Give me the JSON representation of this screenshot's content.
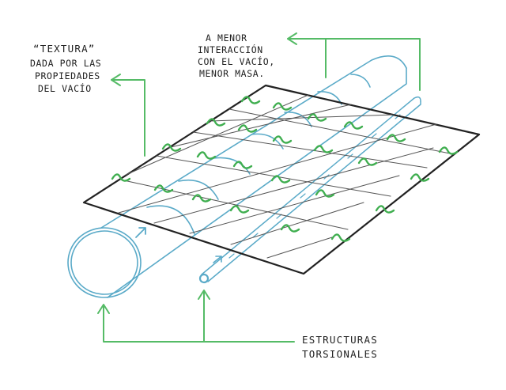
{
  "labels": {
    "textura": [
      "“TEXTURA”",
      "DADA POR LAS",
      "PROPIEDADES",
      "DEL VACÍO"
    ],
    "menor": [
      "A MENOR",
      "INTERACCIÓN",
      "CON EL VACÍO,",
      "MENOR MASA."
    ],
    "estructuras": [
      "ESTRUCTURAS",
      "TORSIONALES"
    ]
  },
  "colors": {
    "ink": "#222222",
    "arrow_green": "#55bb66",
    "tube_blue": "#5aaac8",
    "grid_line": "#555555",
    "hook_green": "#3fae4f"
  }
}
